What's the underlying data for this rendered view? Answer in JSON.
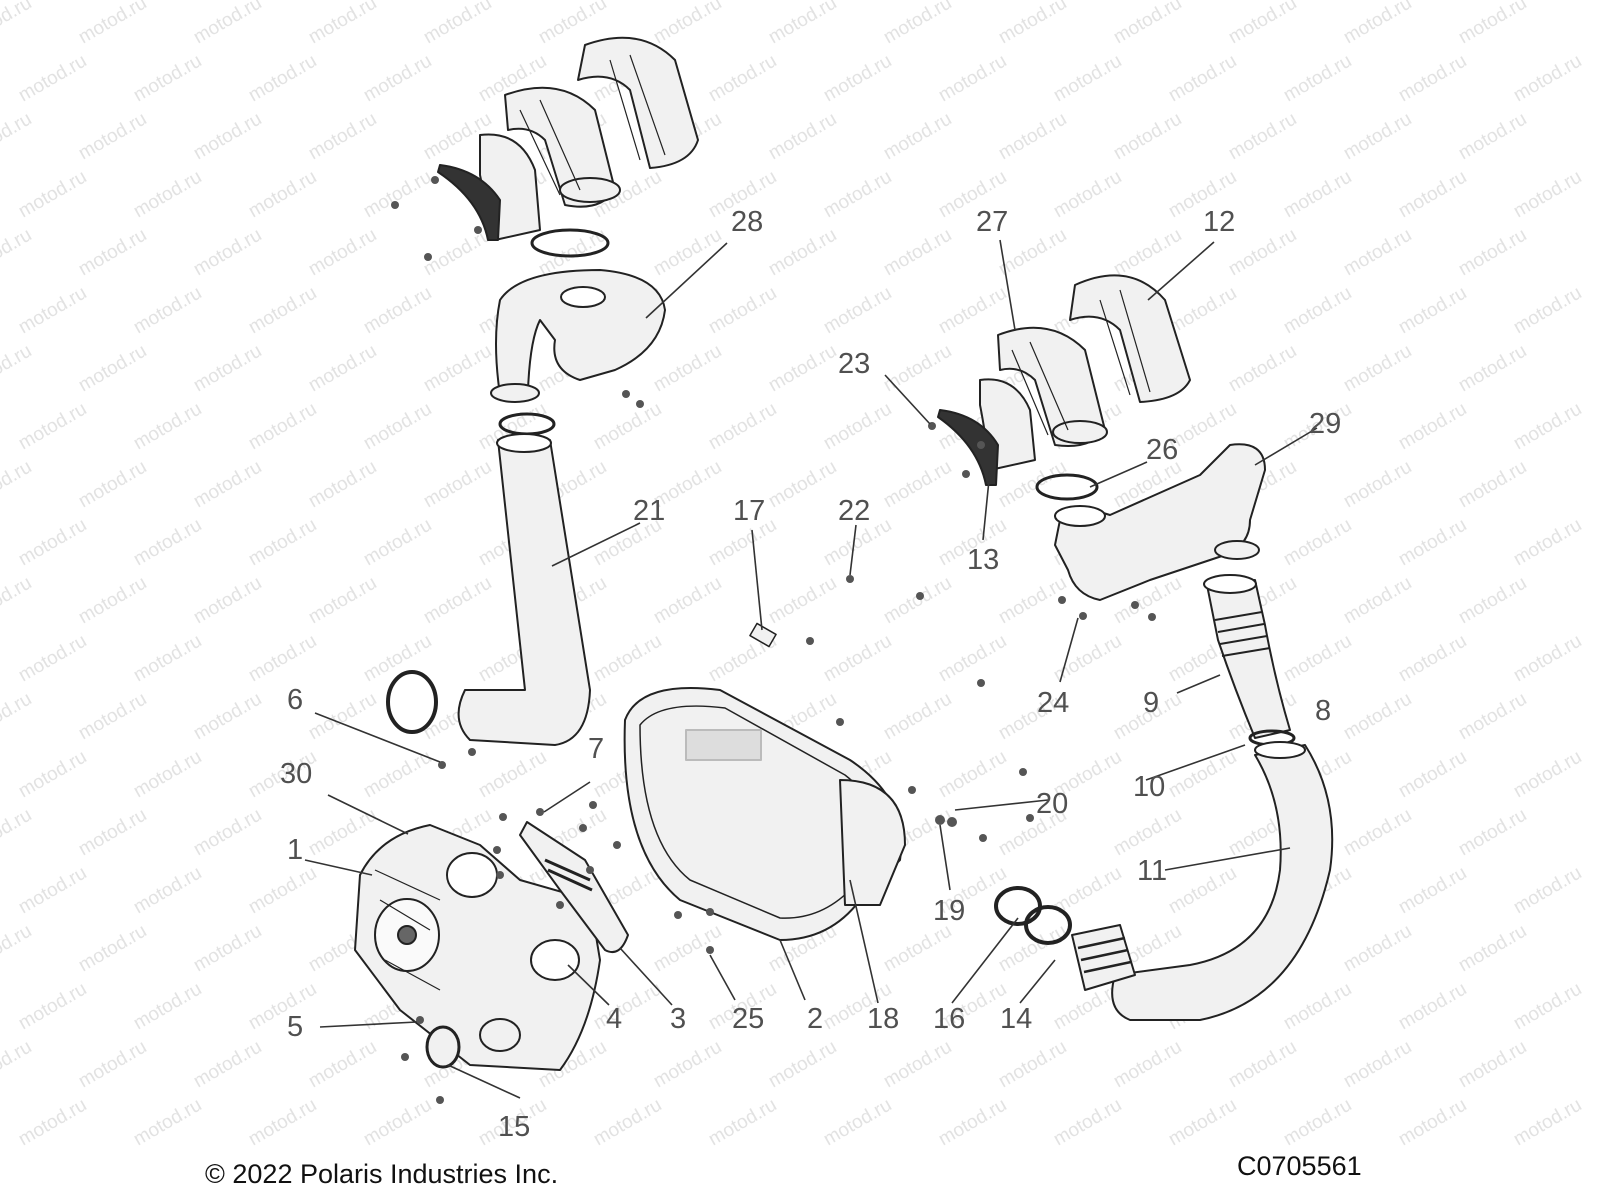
{
  "diagram": {
    "copyright": "© 2022 Polaris Industries Inc.",
    "drawing_code": "C0705561",
    "watermark": "motod.ru",
    "callouts": [
      "1",
      "2",
      "3",
      "4",
      "5",
      "6",
      "7",
      "8",
      "9",
      "10",
      "11",
      "12",
      "13",
      "14",
      "15",
      "16",
      "17",
      "18",
      "19",
      "20",
      "21",
      "22",
      "23",
      "24",
      "25",
      "26",
      "27",
      "28",
      "29",
      "30"
    ]
  }
}
